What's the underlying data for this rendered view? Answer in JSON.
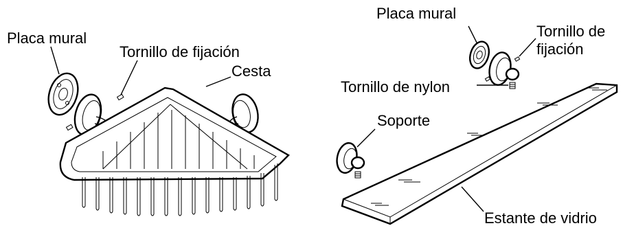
{
  "left_diagram": {
    "labels": {
      "wall_plate": "Placa mural",
      "set_screw": "Tornillo de fijación",
      "basket": "Cesta"
    }
  },
  "right_diagram": {
    "labels": {
      "wall_plate": "Placa mural",
      "set_screw_line1": "Tornillo de",
      "set_screw_line2": "fijación",
      "nylon_screw": "Tornillo de nylon",
      "bracket": "Soporte",
      "glass_shelf": "Estante de vidrio"
    }
  }
}
